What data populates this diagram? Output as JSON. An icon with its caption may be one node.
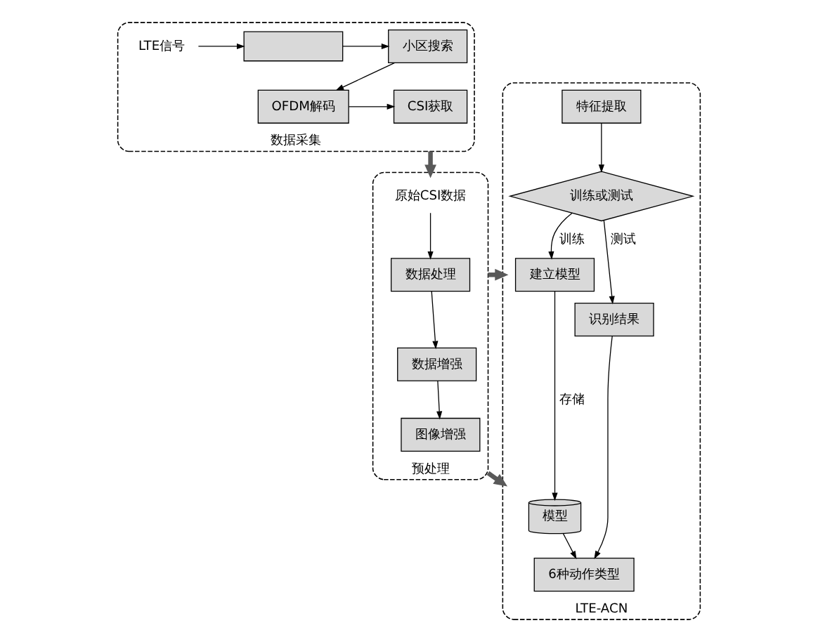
{
  "diagram": {
    "nodes": [
      {
        "text": [
          "数据采集"
        ]
      },
      {
        "text": [
          "LTE信号"
        ],
        "in": 0
      },
      {
        "text": [],
        "shape": "box",
        "in": 0
      },
      {
        "text": [
          "小区搜索"
        ],
        "in": 0
      },
      {
        "text": [
          "OFDM解码"
        ],
        "in": 0
      },
      {
        "text": [
          "CSI获取"
        ],
        "in": 0
      },
      {
        "text": [
          "预处理"
        ]
      },
      {
        "text": [
          "原始CSI数据"
        ],
        "in": 6
      },
      {
        "text": [
          "数据处理"
        ],
        "in": 6
      },
      {
        "text": [
          "数据增强"
        ],
        "in": 6
      },
      {
        "text": [
          "图像增强"
        ],
        "in": 6
      },
      {
        "text": [
          "LTE-ACN"
        ]
      },
      {
        "text": [
          "特征提取"
        ],
        "in": 11
      },
      {
        "text": [
          "训练或测试"
        ],
        "in": 11
      },
      {
        "text": [
          "建立模型"
        ],
        "in": 11
      },
      {
        "text": [
          "模型"
        ],
        "in": 11
      },
      {
        "text": [
          "识别结果"
        ],
        "in": 11
      },
      {
        "text": [
          "6种动作类型"
        ],
        "in": 11
      }
    ],
    "edges": [
      {
        "from": 1,
        "to": 2,
        "arrow": "to"
      },
      {
        "from": 2,
        "to": 3,
        "arrow": "to"
      },
      {
        "from": 3,
        "to": 4,
        "arrow": "to"
      },
      {
        "from": 4,
        "to": 5,
        "arrow": "to"
      },
      {
        "from": 0,
        "to": 6,
        "arrow": "to",
        "style": "thick",
        "color": "#595959"
      },
      {
        "from": 7,
        "to": 8,
        "arrow": "to"
      },
      {
        "from": 8,
        "to": 9,
        "arrow": "to"
      },
      {
        "from": 9,
        "to": 10,
        "arrow": "to"
      },
      {
        "from": 6,
        "to": 11,
        "arrow": "to",
        "style": "thick",
        "color": "#595959"
      },
      {
        "from": 6,
        "to": 11,
        "arrow": "to",
        "style": "thick",
        "color": "#595959"
      },
      {
        "from": 12,
        "to": 13,
        "arrow": "to"
      },
      {
        "from": 13,
        "to": 14,
        "arrow": "to",
        "label": "训练"
      },
      {
        "from": 14,
        "to": 15,
        "arrow": "to",
        "label": "存储"
      },
      {
        "from": 13,
        "to": 16,
        "arrow": "to",
        "label": "测试"
      },
      {
        "from": 16,
        "to": 17,
        "arrow": "to"
      },
      {
        "from": 15,
        "to": 17,
        "arrow": "to"
      }
    ]
  }
}
